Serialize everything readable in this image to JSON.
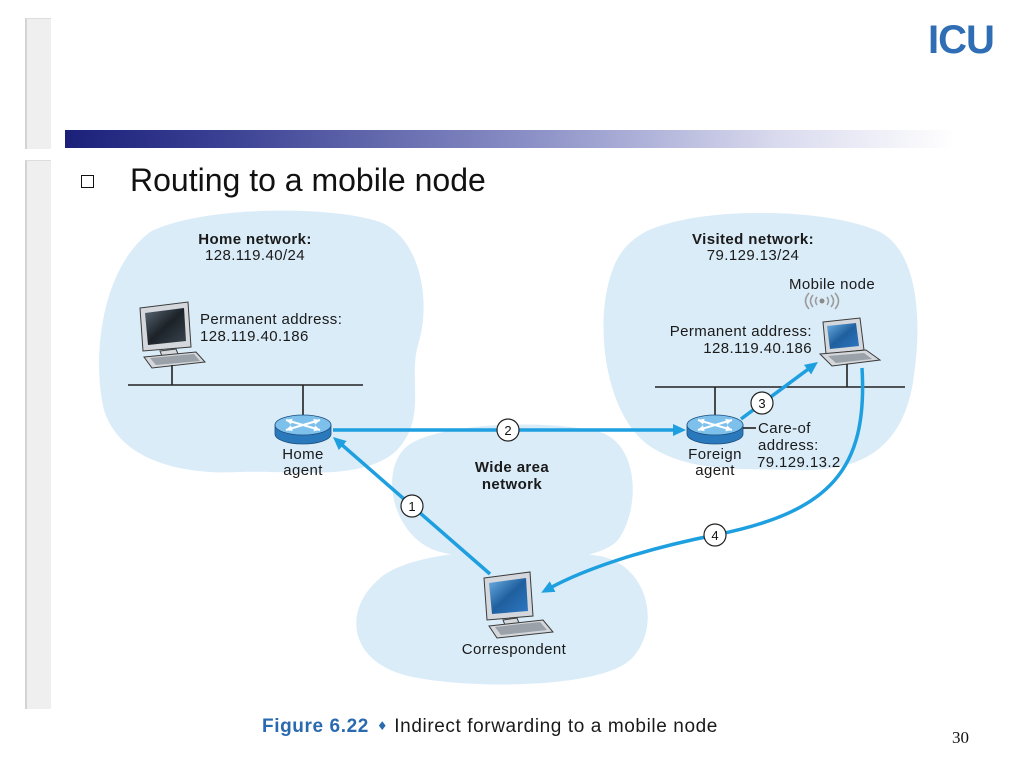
{
  "logo": {
    "text": "ICU"
  },
  "slide": {
    "bullet_text": "Routing to a mobile node",
    "page_number": "30"
  },
  "diagram": {
    "home_network": {
      "title": "Home network:",
      "prefix": "128.119.40/24"
    },
    "home_host": {
      "address_label": "Permanent address:",
      "address": "128.119.40.186"
    },
    "home_agent": {
      "line1": "Home",
      "line2": "agent"
    },
    "wide_area_network": {
      "line1": "Wide area",
      "line2": "network"
    },
    "visited_network": {
      "title": "Visited network:",
      "prefix": "79.129.13/24"
    },
    "mobile_node": {
      "label": "Mobile node",
      "address_label": "Permanent address:",
      "address": "128.119.40.186"
    },
    "foreign_agent": {
      "line1": "Foreign",
      "line2": "agent",
      "care_of_line1": "Care-of",
      "care_of_line2": "address:",
      "care_of_address": "79.129.13.2"
    },
    "correspondent": {
      "label": "Correspondent"
    },
    "steps": [
      "1",
      "2",
      "3",
      "4"
    ]
  },
  "caption": {
    "figure": "Figure 6.22",
    "separator": "♦",
    "text": "Indirect forwarding to a mobile node"
  },
  "icons": [
    "bullet-square-icon",
    "desktop-computer-icon",
    "router-icon",
    "laptop-icon",
    "wireless-signal-icon"
  ],
  "colors": {
    "arrow": "#1d9fe0",
    "network_cloud": "#daecf8",
    "logo": "#2f6db5",
    "figure_label": "#2a6aae",
    "title_bar_start": "#1b207a",
    "router": "#2b79bd"
  }
}
